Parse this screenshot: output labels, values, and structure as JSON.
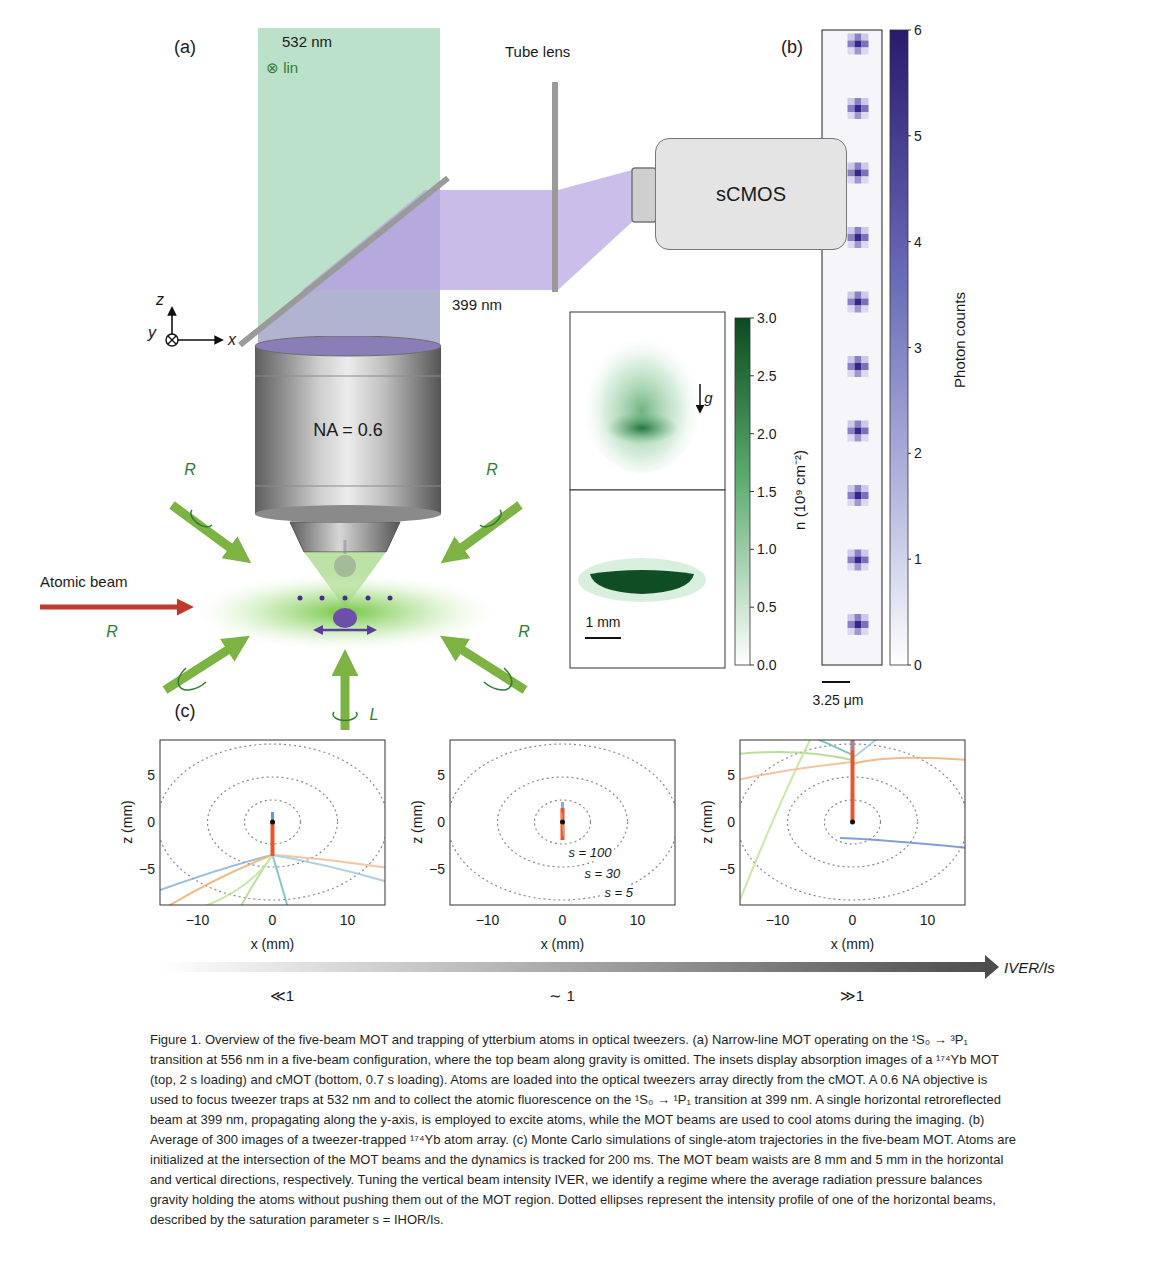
{
  "diagram": {
    "caption": "Figure 1. Overview of the five-beam MOT and trapping of ytterbium atoms in optical tweezers. (a) Narrow-line MOT operating on the ¹S₀ → ³P₁ transition at 556 nm in a five-beam configuration, where the top beam along gravity is omitted. The insets display absorption images of a ¹⁷⁴Yb MOT (top, 2 s loading) and cMOT (bottom, 0.7 s loading). Atoms are loaded into the optical tweezers array directly from the cMOT. A 0.6 NA objective is used to focus tweezer traps at 532 nm and to collect the atomic fluorescence on the ¹S₀ → ¹P₁ transition at 399 nm. A single horizontal retroreflected beam at 399 nm, propagating along the y-axis, is employed to excite atoms, while the MOT beams are used to cool atoms during the imaging. (b) Average of 300 images of a tweezer-trapped ¹⁷⁴Yb atom array. (c) Monte Carlo simulations of single-atom trajectories in the five-beam MOT. Atoms are initialized at the intersection of the MOT beams and the dynamics is tracked for 200 ms. The MOT beam waists are 8 mm and 5 mm in the horizontal and vertical directions, respectively. Tuning the vertical beam intensity IVER, we identify a regime where the average radiation pressure balances gravity holding the atoms without pushing them out of the MOT region. Dotted ellipses represent the intensity profile of one of the horizontal beams, described by the saturation parameter s = IHOR/Is.",
    "nodes": [
      {
        "text": [
          "sCMOS"
        ]
      },
      {
        "text": [
          "NA = 0.6"
        ]
      }
    ],
    "labels": [
      "(a)",
      "532 nm",
      "⊗ lin",
      "Tube lens",
      "399 nm",
      "z",
      "y",
      "x",
      "Atomic beam",
      "R",
      "R",
      "R",
      "R",
      "L",
      "g⃗",
      "3.0",
      "2.5",
      "2.0",
      "1.5",
      "1.0",
      "0.5",
      "0.0",
      "n (10⁹ cm⁻²)",
      "1 mm",
      "(b)",
      "6",
      "5",
      "4",
      "3",
      "2",
      "1",
      "0",
      "Photon counts",
      "3.25 μm",
      "(c)",
      "5",
      "0",
      "−5",
      "z (mm)",
      "−10",
      "0",
      "10",
      "x (mm)",
      "5",
      "0",
      "−5",
      "z (mm)",
      "−10",
      "0",
      "10",
      "x (mm)",
      "s = 100",
      "s = 30",
      "s = 5",
      "5",
      "0",
      "−5",
      "z (mm)",
      "−10",
      "0",
      "10",
      "x (mm)",
      "≪1",
      "∼ 1",
      "≫1",
      "IVER/Is"
    ]
  }
}
